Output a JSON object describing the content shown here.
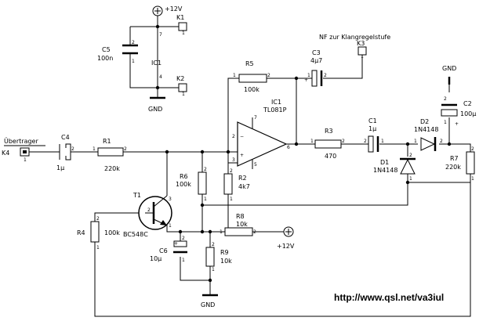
{
  "labels": {
    "uebertrager": "Übertrager",
    "k4": "K4",
    "c4": "C4",
    "c4_val": "1µ",
    "r1": "R1",
    "r1_val": "220k",
    "t1": "T1",
    "t1_type": "BC548C",
    "r4": "R4",
    "r4_val": "100k",
    "r6": "R6",
    "r6_val": "100k",
    "r2": "R2",
    "r2_val": "4k7",
    "r5": "R5",
    "r5_val": "100k",
    "ic1": "IC1",
    "ic1_type": "TL081P",
    "ic1_pwr": "IC1",
    "r8": "R8",
    "r8_val": "10k",
    "c6": "C6",
    "c6_val": "10µ",
    "r9": "R9",
    "r9_val": "10k",
    "gnd_bottom": "GND",
    "vcc_r8": "+12V",
    "vcc_top": "+12V",
    "k1": "K1",
    "k2": "K2",
    "c5": "C5",
    "c5_val": "100n",
    "gnd_top": "GND",
    "nf": "NF zur Klangregelstufe",
    "k3": "K3",
    "c3": "C3",
    "c3_val": "4µ7",
    "r3": "R3",
    "r3_val": "470",
    "c1": "C1",
    "c1_val": "1µ",
    "d1": "D1",
    "d1_type": "1N4148",
    "d2": "D2",
    "d2_type": "1N4148",
    "gnd_c2": "GND",
    "c2": "C2",
    "c2_val": "100µ",
    "r7": "R7",
    "r7_val": "220k",
    "url": "http://www.qsl.net/va3iul"
  },
  "pins": {
    "one": "1",
    "two": "2",
    "three": "3",
    "four": "4",
    "five": "5",
    "six": "6",
    "seven": "7",
    "plus": "+",
    "minus": "−"
  }
}
